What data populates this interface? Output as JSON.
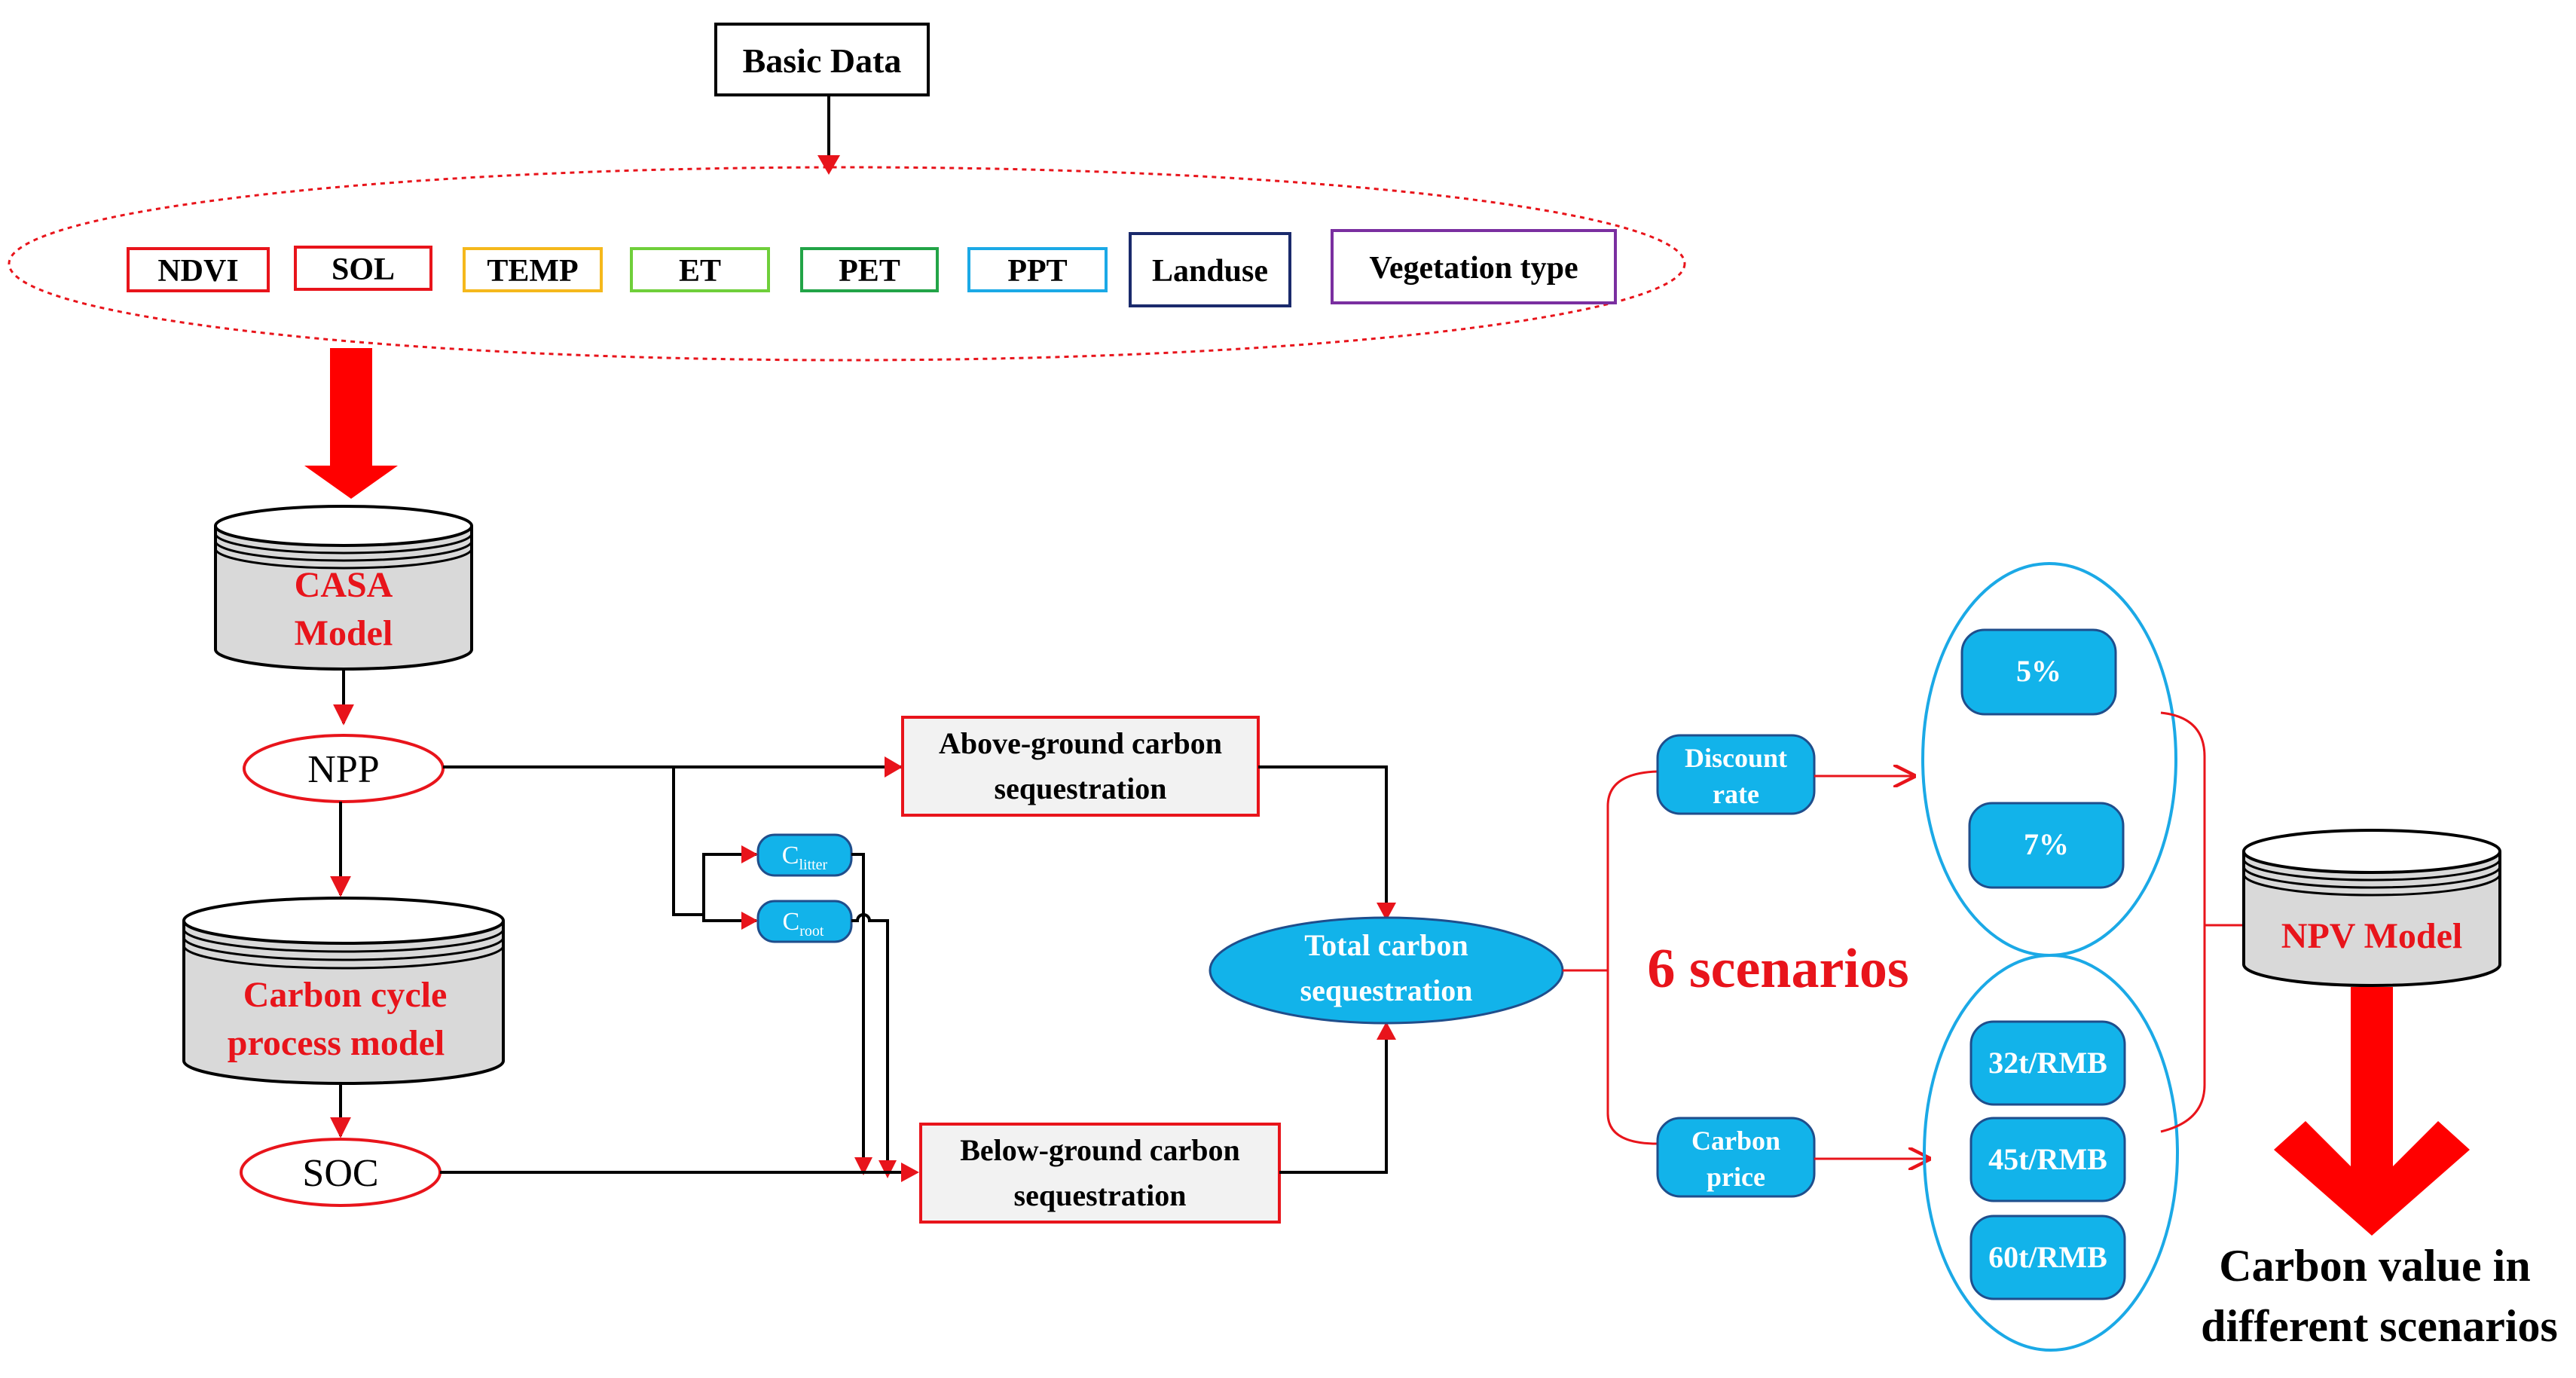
{
  "basic_data": "Basic Data",
  "inputs": [
    {
      "label": "NDVI",
      "color": "#e8141b"
    },
    {
      "label": "SOL",
      "color": "#e8141b"
    },
    {
      "label": "TEMP",
      "color": "#f5b81c"
    },
    {
      "label": "ET",
      "color": "#6fcf3a"
    },
    {
      "label": "PET",
      "color": "#22a447"
    },
    {
      "label": "PPT",
      "color": "#1ba9e6"
    },
    {
      "label": "Landuse",
      "color": "#1a2a6c"
    },
    {
      "label": "Vegetation type",
      "color": "#7a2fa0"
    }
  ],
  "casa_model": [
    "CASA",
    "Model"
  ],
  "npp": "NPP",
  "carbon_cycle_model": [
    "Carbon cycle",
    "process model"
  ],
  "soc": "SOC",
  "c_litter": {
    "base": "C",
    "sub": "litter"
  },
  "c_root": {
    "base": "C",
    "sub": "root"
  },
  "above_ground": [
    "Above-ground carbon",
    "sequestration"
  ],
  "below_ground": [
    "Below-ground carbon",
    "sequestration"
  ],
  "total_carbon": [
    "Total carbon",
    "sequestration"
  ],
  "scenarios_label": "6 scenarios",
  "discount_rate": [
    "Discount",
    "rate"
  ],
  "carbon_price": [
    "Carbon",
    "price"
  ],
  "discount_values": [
    "5%",
    "7%"
  ],
  "price_values": [
    "32t/RMB",
    "45t/RMB",
    "60t/RMB"
  ],
  "npv_model": "NPV Model",
  "result": [
    "Carbon value in",
    "different scenarios"
  ],
  "colors": {
    "red": "#e8141b",
    "blue_fill": "#12b3ea",
    "blue_stroke": "#1f4e8c",
    "gray_fill": "#d9d9d9",
    "box_fill": "#f2f2f2"
  }
}
